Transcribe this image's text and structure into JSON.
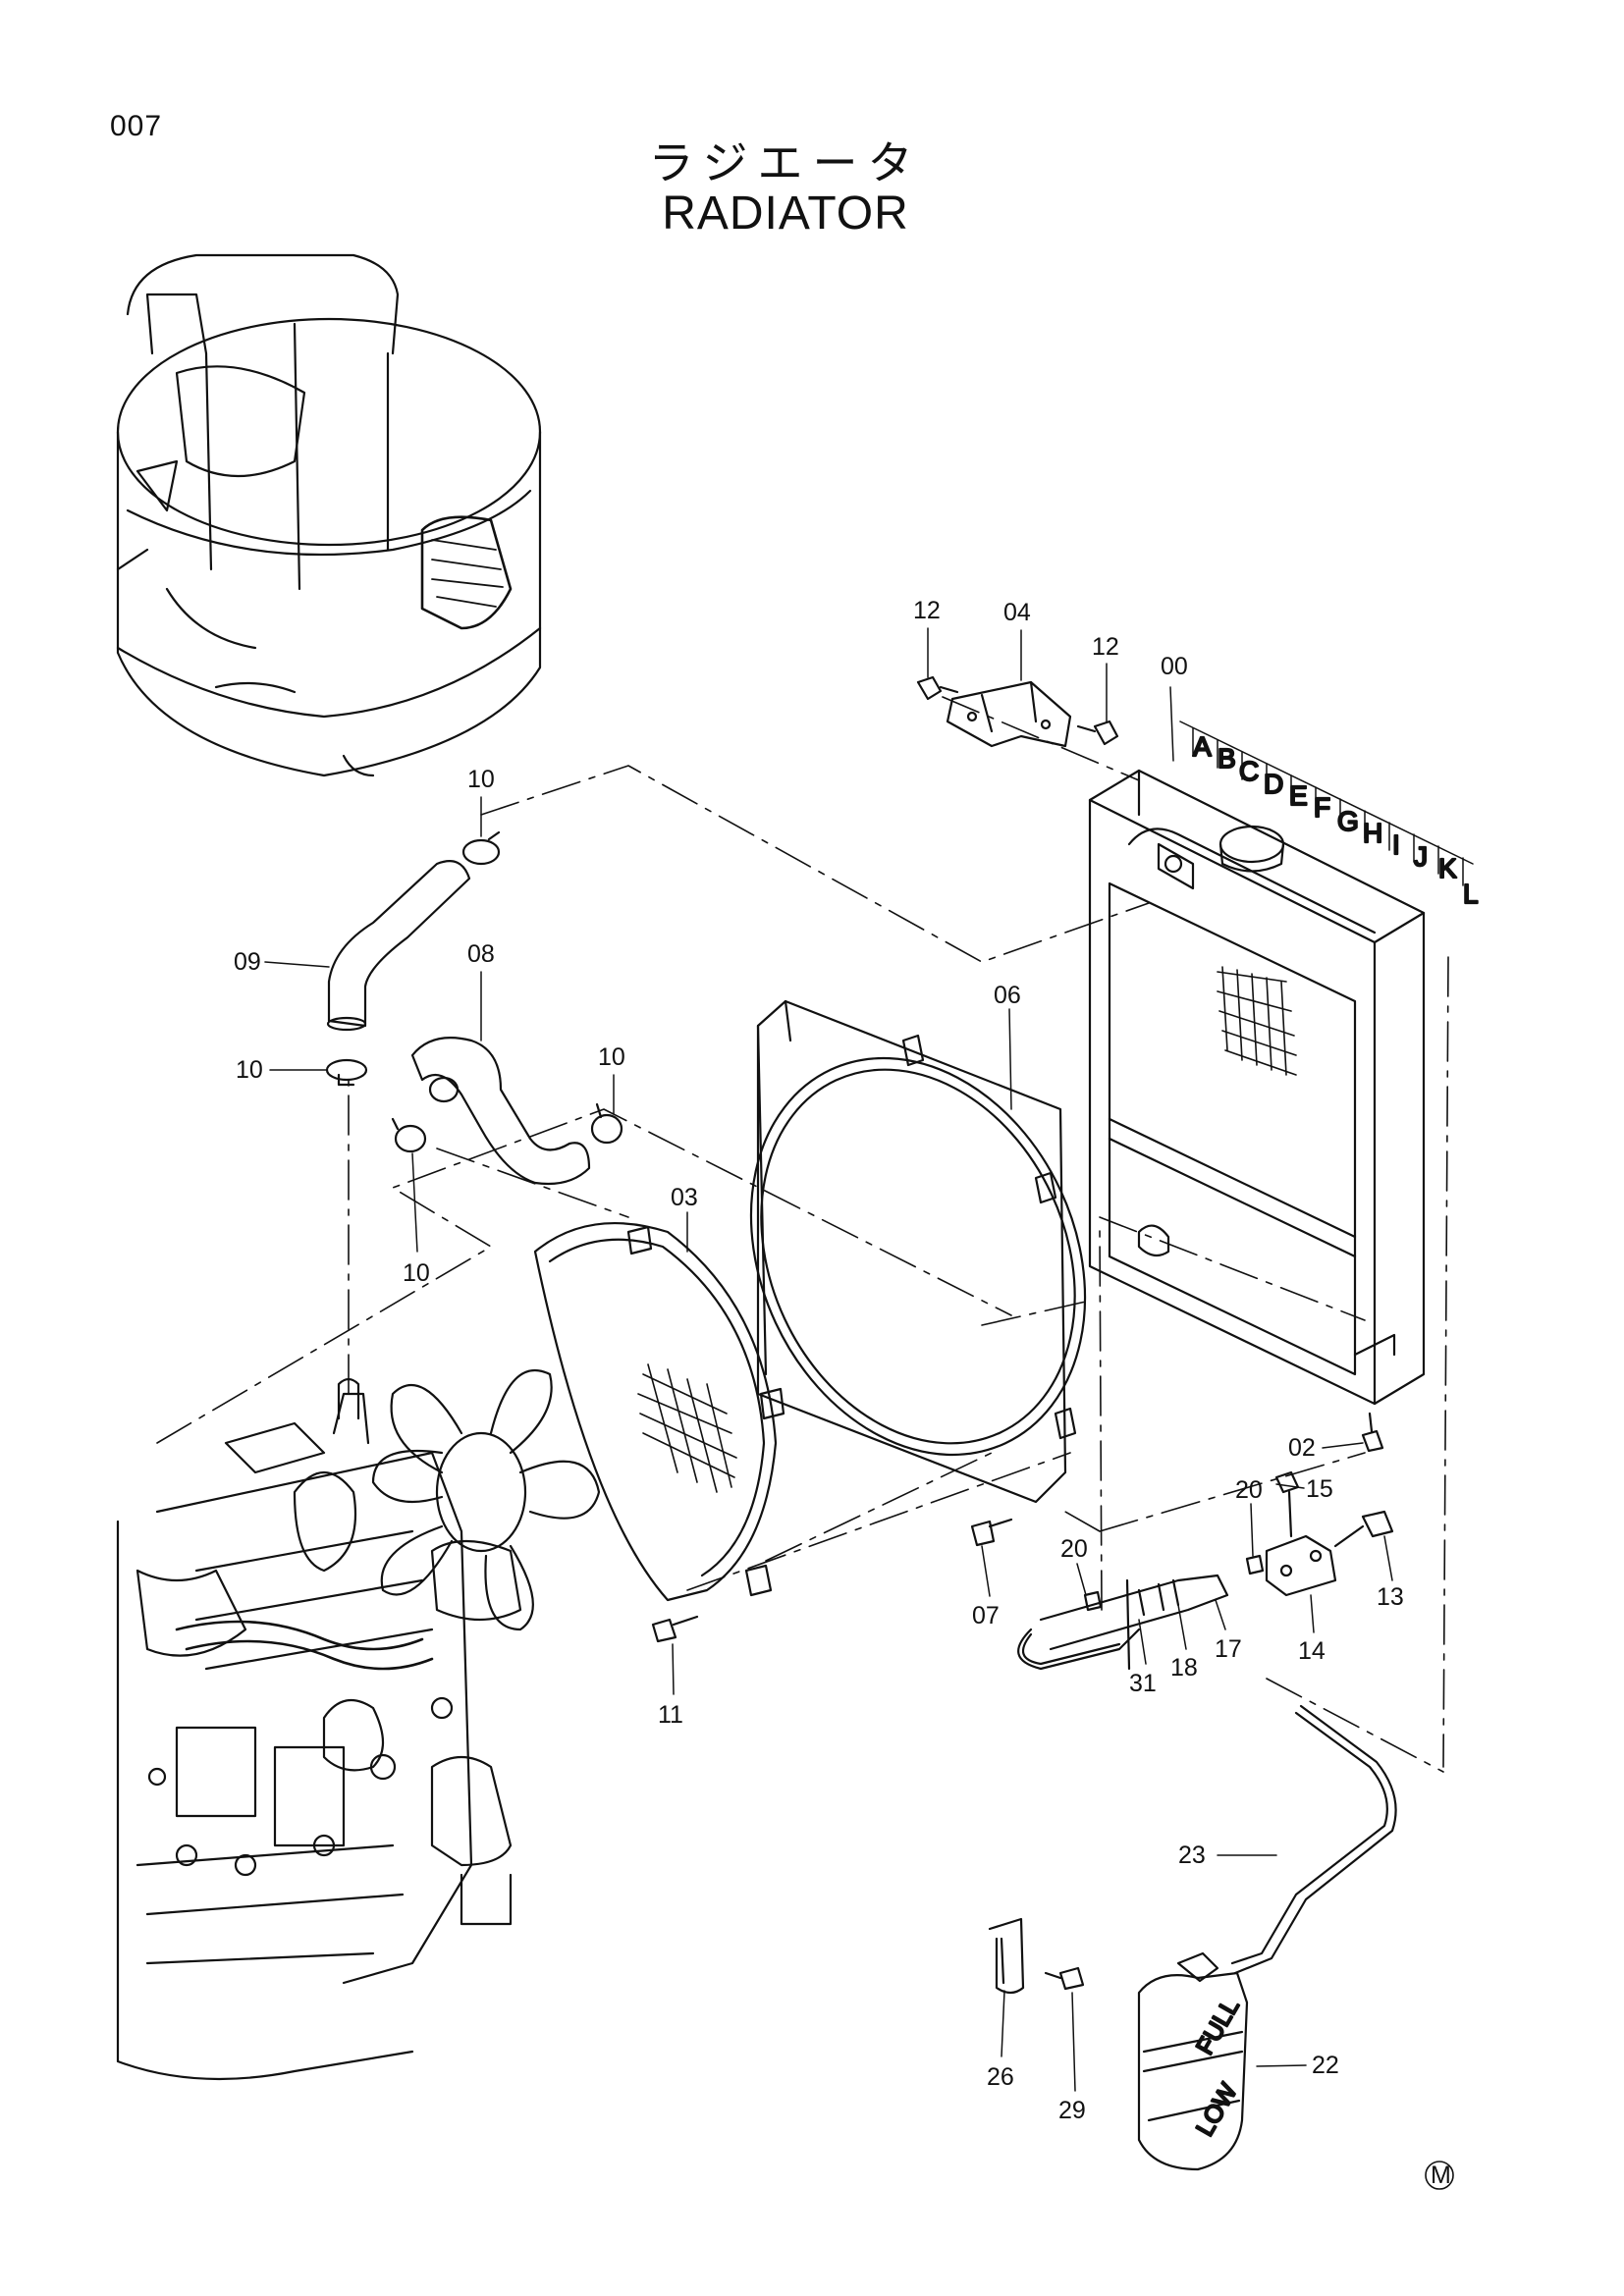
{
  "page": {
    "number": "007"
  },
  "title": {
    "japanese": "ラジエータ",
    "english": "RADIATOR"
  },
  "callouts": [
    {
      "id": "c12a",
      "label": "12"
    },
    {
      "id": "c04",
      "label": "04"
    },
    {
      "id": "c12b",
      "label": "12"
    },
    {
      "id": "c00",
      "label": "00"
    },
    {
      "id": "c10a",
      "label": "10"
    },
    {
      "id": "c09",
      "label": "09"
    },
    {
      "id": "c08",
      "label": "08"
    },
    {
      "id": "c10b",
      "label": "10"
    },
    {
      "id": "c10c",
      "label": "10"
    },
    {
      "id": "c06",
      "label": "06"
    },
    {
      "id": "c03",
      "label": "03"
    },
    {
      "id": "c10d",
      "label": "10"
    },
    {
      "id": "c02",
      "label": "02"
    },
    {
      "id": "c20a",
      "label": "20"
    },
    {
      "id": "c15",
      "label": "15"
    },
    {
      "id": "c13",
      "label": "13"
    },
    {
      "id": "c14",
      "label": "14"
    },
    {
      "id": "c20b",
      "label": "20"
    },
    {
      "id": "c07",
      "label": "07"
    },
    {
      "id": "c17",
      "label": "17"
    },
    {
      "id": "c18",
      "label": "18"
    },
    {
      "id": "c31",
      "label": "31"
    },
    {
      "id": "c11",
      "label": "11"
    },
    {
      "id": "c23",
      "label": "23"
    },
    {
      "id": "c22",
      "label": "22"
    },
    {
      "id": "c26",
      "label": "26"
    },
    {
      "id": "c29",
      "label": "29"
    }
  ],
  "variant_codes": [
    "A",
    "B",
    "C",
    "D",
    "E",
    "F",
    "G",
    "H",
    "I",
    "J",
    "K",
    "L"
  ],
  "tank_marks": {
    "full": "FULL",
    "low": "LOW"
  },
  "mark": "M"
}
